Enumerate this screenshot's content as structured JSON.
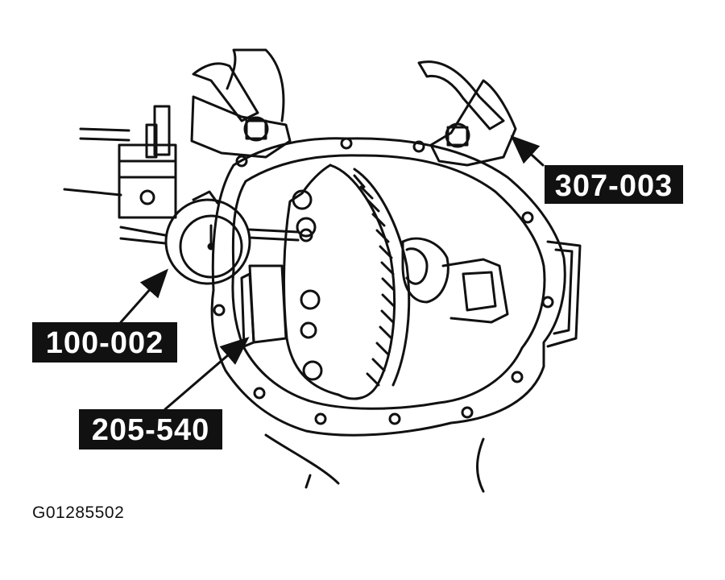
{
  "callouts": {
    "tool_307": "307-003",
    "tool_100": "100-002",
    "tool_205": "205-540"
  },
  "figure_id": "G01285502"
}
